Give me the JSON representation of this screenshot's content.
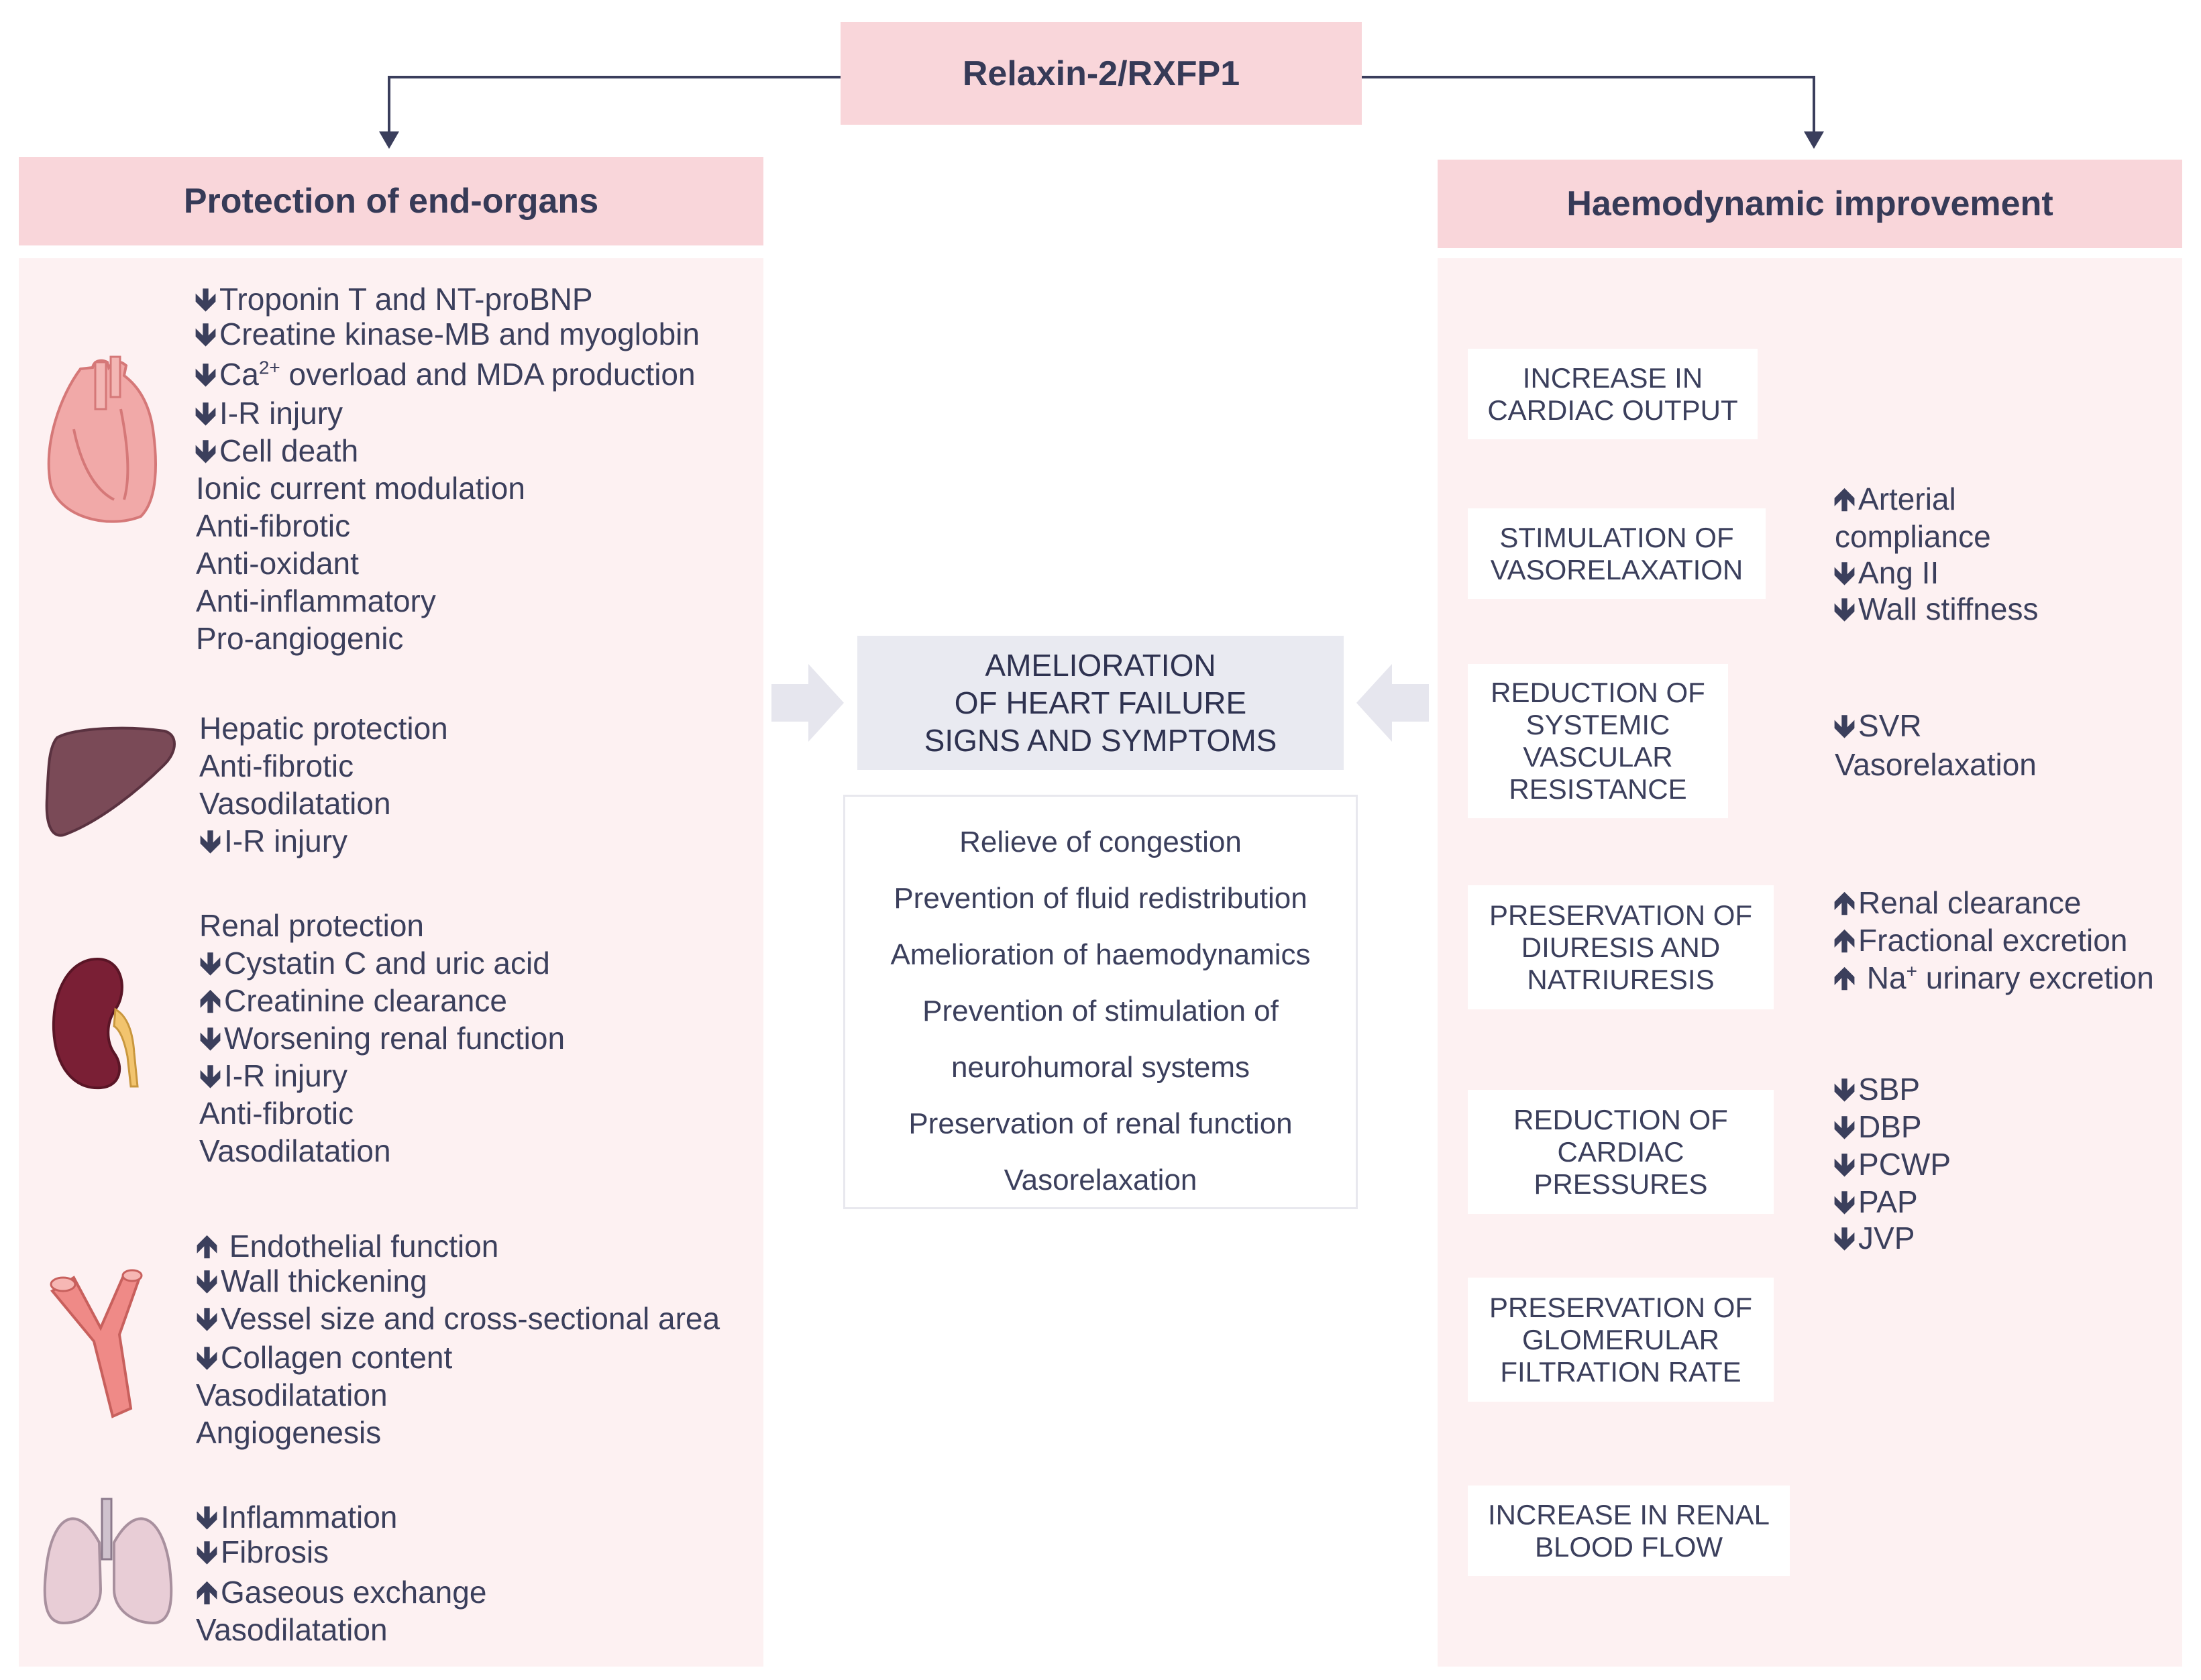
{
  "top": {
    "title": "Relaxin-2/RXFP1"
  },
  "left": {
    "title": "Protection of end-organs",
    "organs": [
      {
        "icon": "heart-icon",
        "lines": [
          {
            "arrow": "down",
            "text": "Troponin T and NT-proBNP"
          },
          {
            "arrow": "down",
            "text": "Creatine kinase-MB and myoglobin"
          },
          {
            "arrow": "down",
            "text": "Ca",
            "sup": "2+",
            "rest": " overload and MDA production"
          },
          {
            "arrow": "down",
            "text": "I-R injury"
          },
          {
            "arrow": "down",
            "text": "Cell death"
          },
          {
            "arrow": "",
            "text": "Ionic current modulation"
          },
          {
            "arrow": "",
            "text": "Anti-fibrotic"
          },
          {
            "arrow": "",
            "text": "Anti-oxidant"
          },
          {
            "arrow": "",
            "text": "Anti-inflammatory"
          },
          {
            "arrow": "",
            "text": "Pro-angiogenic"
          }
        ]
      },
      {
        "icon": "liver-icon",
        "lines": [
          {
            "arrow": "",
            "text": "Hepatic protection"
          },
          {
            "arrow": "",
            "text": "Anti-fibrotic"
          },
          {
            "arrow": "",
            "text": "Vasodilatation"
          },
          {
            "arrow": "down",
            "text": "I-R injury"
          }
        ]
      },
      {
        "icon": "kidney-icon",
        "lines": [
          {
            "arrow": "",
            "text": "Renal protection"
          },
          {
            "arrow": "down",
            "text": "Cystatin C and uric acid"
          },
          {
            "arrow": "up",
            "text": "Creatinine clearance"
          },
          {
            "arrow": "down",
            "text": "Worsening renal function"
          },
          {
            "arrow": "down",
            "text": "I-R injury"
          },
          {
            "arrow": "",
            "text": "Anti-fibrotic"
          },
          {
            "arrow": "",
            "text": "Vasodilatation"
          }
        ]
      },
      {
        "icon": "blood-vessel-icon",
        "lines": [
          {
            "arrow": "up",
            "text": " Endothelial function"
          },
          {
            "arrow": "down",
            "text": "Wall thickening"
          },
          {
            "arrow": "down",
            "text": "Vessel size and cross-sectional area"
          },
          {
            "arrow": "down",
            "text": "Collagen content"
          },
          {
            "arrow": "",
            "text": "Vasodilatation"
          },
          {
            "arrow": "",
            "text": "Angiogenesis"
          }
        ]
      },
      {
        "icon": "lungs-icon",
        "lines": [
          {
            "arrow": "down",
            "text": "Inflammation"
          },
          {
            "arrow": "down",
            "text": "Fibrosis"
          },
          {
            "arrow": "up",
            "text": "Gaseous exchange"
          },
          {
            "arrow": "",
            "text": "Vasodilatation"
          }
        ]
      }
    ]
  },
  "center": {
    "title": "AMELIORATION\nOF HEART FAILURE\nSIGNS AND SYMPTOMS",
    "items": [
      "Relieve of congestion",
      "Prevention of fluid redistribution",
      "Amelioration of haemodynamics",
      "Prevention of stimulation of",
      "neurohumoral systems",
      "Preservation of renal function",
      "Vasorelaxation"
    ]
  },
  "right": {
    "title": "Haemodynamic improvement",
    "boxes": [
      {
        "label": "INCREASE IN\nCARDIAC OUTPUT",
        "effects": []
      },
      {
        "label": "STIMULATION OF\nVASORELAXATION",
        "effects": [
          {
            "arrow": "up",
            "text": "Arterial"
          },
          {
            "arrow": "",
            "text": "compliance"
          },
          {
            "arrow": "down",
            "text": "Ang II"
          },
          {
            "arrow": "down",
            "text": "Wall stiffness"
          }
        ]
      },
      {
        "label": "REDUCTION OF\nSYSTEMIC\nVASCULAR\nRESISTANCE",
        "effects": [
          {
            "arrow": "down",
            "text": "SVR"
          },
          {
            "arrow": "",
            "text": "Vasorelaxation"
          }
        ]
      },
      {
        "label": "PRESERVATION OF\nDIURESIS AND\nNATRIURESIS",
        "effects": [
          {
            "arrow": "up",
            "text": "Renal clearance"
          },
          {
            "arrow": "up",
            "text": "Fractional excretion"
          },
          {
            "arrow": "up",
            "text": " Na",
            "sup": "+",
            "rest": " urinary excretion"
          }
        ]
      },
      {
        "label": "REDUCTION OF\nCARDIAC\nPRESSURES",
        "effects": [
          {
            "arrow": "down",
            "text": "SBP"
          },
          {
            "arrow": "down",
            "text": "DBP"
          },
          {
            "arrow": "down",
            "text": "PCWP"
          },
          {
            "arrow": "down",
            "text": "PAP"
          },
          {
            "arrow": "down",
            "text": "JVP"
          }
        ]
      },
      {
        "label": "PRESERVATION OF\nGLOMERULAR\nFILTRATION RATE",
        "effects": []
      },
      {
        "label": "INCREASE IN RENAL\nBLOOD FLOW",
        "effects": []
      }
    ]
  },
  "arrow_symbols": {
    "up": "🡹",
    "down": "🡻"
  },
  "colors": {
    "header_pink": "#f9d6da",
    "panel_pink": "#fdf1f2",
    "grey_box": "#e9eaf1",
    "text": "#3b3f5c",
    "connector": "#3a3e5c"
  }
}
